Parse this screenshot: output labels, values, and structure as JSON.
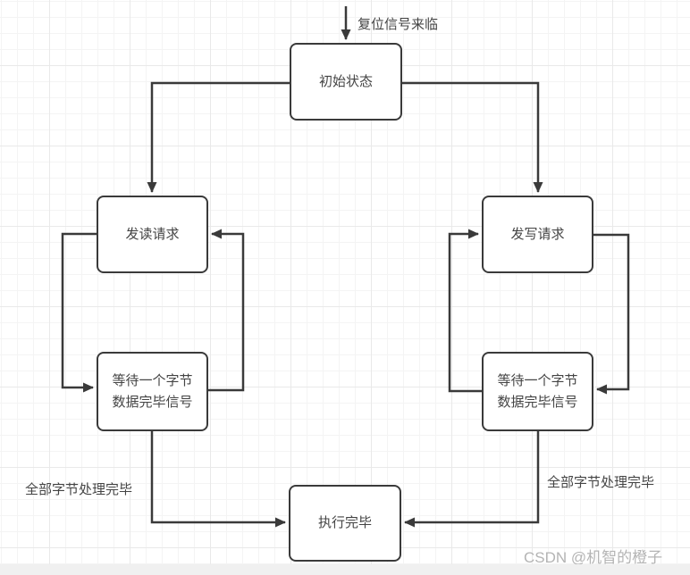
{
  "colors": {
    "line": "#3a3a3a",
    "box_border": "#3a3a3a",
    "box_fill": "#ffffff",
    "text": "#444444",
    "watermark": "#b4b4b4"
  },
  "diagram": {
    "type": "state-flowchart",
    "nodes": {
      "initial": {
        "label": "初始状态"
      },
      "read_request": {
        "label": "发读请求"
      },
      "wait_byte_read": {
        "label": "等待一个字节\n数据完毕信号"
      },
      "write_request": {
        "label": "发写请求"
      },
      "wait_byte_write": {
        "label": "等待一个字节\n数据完毕信号"
      },
      "done": {
        "label": "执行完毕"
      }
    },
    "edge_labels": {
      "reset_signal": "复位信号来临",
      "all_bytes_done_left": "全部字节处理完毕",
      "all_bytes_done_right": "全部字节处理完毕"
    },
    "edges": [
      {
        "from": "start",
        "to": "initial",
        "label": "复位信号来临"
      },
      {
        "from": "initial",
        "to": "read_request",
        "label": ""
      },
      {
        "from": "initial",
        "to": "write_request",
        "label": ""
      },
      {
        "from": "read_request",
        "to": "wait_byte_read",
        "label": ""
      },
      {
        "from": "wait_byte_read",
        "to": "read_request",
        "label": ""
      },
      {
        "from": "wait_byte_read",
        "to": "done",
        "label": "全部字节处理完毕"
      },
      {
        "from": "write_request",
        "to": "wait_byte_write",
        "label": ""
      },
      {
        "from": "wait_byte_write",
        "to": "write_request",
        "label": ""
      },
      {
        "from": "wait_byte_write",
        "to": "done",
        "label": "全部字节处理完毕"
      }
    ]
  },
  "watermark": "CSDN @机智的橙子"
}
